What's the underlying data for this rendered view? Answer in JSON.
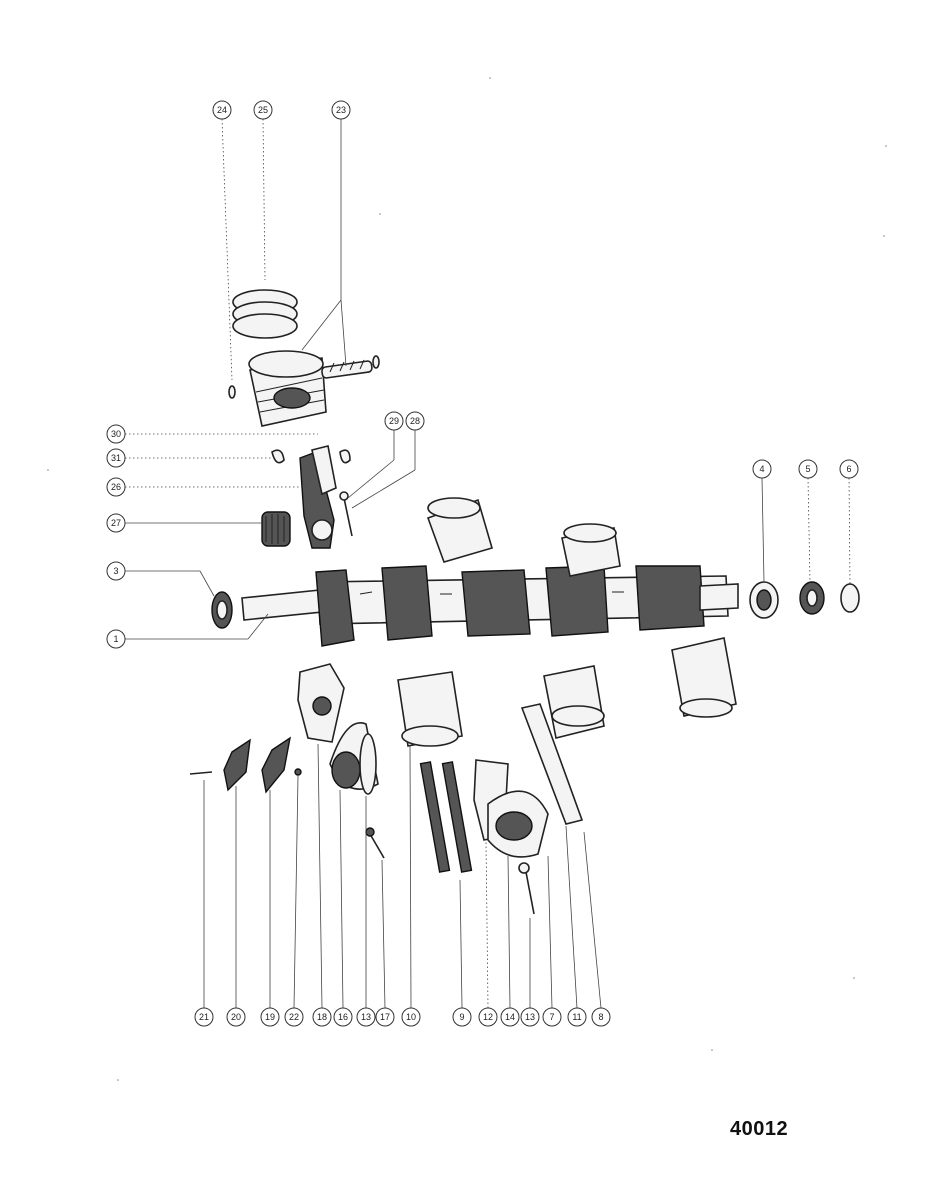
{
  "figure_number": "40012",
  "callouts": {
    "c24": "24",
    "c25": "25",
    "c23": "23",
    "c30": "30",
    "c31": "31",
    "c26": "26",
    "c27": "27",
    "c29": "29",
    "c28": "28",
    "c3": "3",
    "c1": "1",
    "c4": "4",
    "c5": "5",
    "c6": "6",
    "b21": "21",
    "b20": "20",
    "b19": "19",
    "b22": "22",
    "b18": "18",
    "b16": "16",
    "b13": "13",
    "b17": "17",
    "b10": "10",
    "b9": "9",
    "b12": "12",
    "b14": "14",
    "b13b": "13",
    "b7": "7",
    "b11": "11",
    "b8": "8"
  }
}
